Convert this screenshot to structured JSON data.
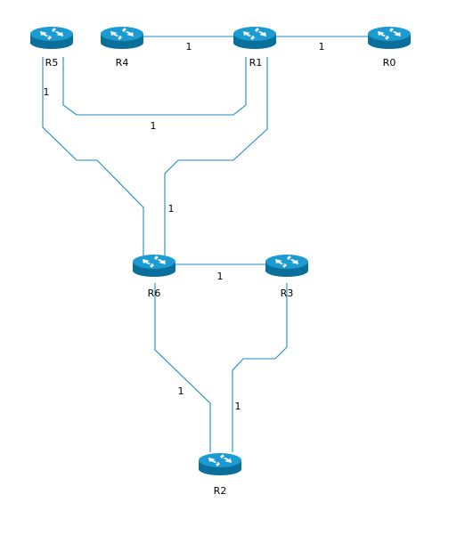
{
  "colors": {
    "link": "#1a8cc4",
    "router_top": "#1c9ad2",
    "router_side": "#0a6f9a",
    "background": "#ffffff"
  },
  "routers": [
    {
      "id": "R5",
      "label": "R5",
      "icon": "router-icon"
    },
    {
      "id": "R4",
      "label": "R4",
      "icon": "router-icon"
    },
    {
      "id": "R1",
      "label": "R1",
      "icon": "router-icon"
    },
    {
      "id": "R0",
      "label": "R0",
      "icon": "router-icon"
    },
    {
      "id": "R6",
      "label": "R6",
      "icon": "router-icon"
    },
    {
      "id": "R3",
      "label": "R3",
      "icon": "router-icon"
    },
    {
      "id": "R2",
      "label": "R2",
      "icon": "router-icon"
    }
  ],
  "links": [
    {
      "id": "R4-R1",
      "from": "R4",
      "to": "R1",
      "cost": "1"
    },
    {
      "id": "R1-R0",
      "from": "R1",
      "to": "R0",
      "cost": "1"
    },
    {
      "id": "R5-R1",
      "from": "R5",
      "to": "R1",
      "cost": "1"
    },
    {
      "id": "R5-R6",
      "from": "R5",
      "to": "R6",
      "cost": "1"
    },
    {
      "id": "R1-R6",
      "from": "R1",
      "to": "R6",
      "cost": "1"
    },
    {
      "id": "R6-R3",
      "from": "R6",
      "to": "R3",
      "cost": "1"
    },
    {
      "id": "R6-R2",
      "from": "R6",
      "to": "R2",
      "cost": "1"
    },
    {
      "id": "R3-R2",
      "from": "R3",
      "to": "R2",
      "cost": "1"
    }
  ]
}
